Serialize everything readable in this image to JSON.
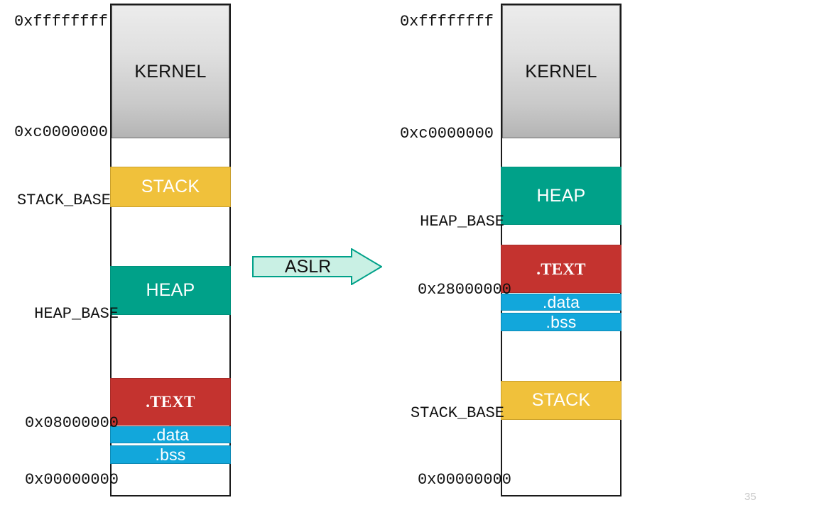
{
  "slide": {
    "number": "35",
    "transition_label": "ASLR"
  },
  "palette": {
    "kernel_top": "#ececec",
    "kernel_bottom": "#b4b4b4",
    "stack": "#f0c13b",
    "heap": "#00a189",
    "text": "#c4332f",
    "data": "#12a7db",
    "bss": "#12a7db",
    "arrow_fill": "#c9f0e4",
    "arrow_stroke": "#00a189",
    "outline": "#1a1a1a"
  },
  "diagrams": [
    {
      "id": "before-aslr",
      "name": "left-memory-map",
      "segments": [
        {
          "key": "kernel",
          "label": "KERNEL"
        },
        {
          "key": "stack",
          "label": "STACK"
        },
        {
          "key": "heap",
          "label": "HEAP"
        },
        {
          "key": "text",
          "label": ".TEXT"
        },
        {
          "key": "data",
          "label": ".data"
        },
        {
          "key": "bss",
          "label": ".bss"
        }
      ],
      "labels": [
        {
          "key": "top",
          "text": "0xffffffff"
        },
        {
          "key": "kernel_base",
          "text": "0xc0000000"
        },
        {
          "key": "stack_base",
          "text": "STACK_BASE"
        },
        {
          "key": "heap_base",
          "text": "HEAP_BASE"
        },
        {
          "key": "text_base",
          "text": "0x08000000"
        },
        {
          "key": "bottom",
          "text": "0x00000000"
        }
      ]
    },
    {
      "id": "after-aslr",
      "name": "right-memory-map",
      "segments": [
        {
          "key": "kernel",
          "label": "KERNEL"
        },
        {
          "key": "heap",
          "label": "HEAP"
        },
        {
          "key": "text",
          "label": ".TEXT"
        },
        {
          "key": "data",
          "label": ".data"
        },
        {
          "key": "bss",
          "label": ".bss"
        },
        {
          "key": "stack",
          "label": "STACK"
        }
      ],
      "labels": [
        {
          "key": "top",
          "text": "0xffffffff"
        },
        {
          "key": "kernel_base",
          "text": "0xc0000000"
        },
        {
          "key": "heap_base",
          "text": "HEAP_BASE"
        },
        {
          "key": "text_base",
          "text": "0x28000000"
        },
        {
          "key": "stack_base",
          "text": "STACK_BASE"
        },
        {
          "key": "bottom",
          "text": "0x00000000"
        }
      ]
    }
  ]
}
